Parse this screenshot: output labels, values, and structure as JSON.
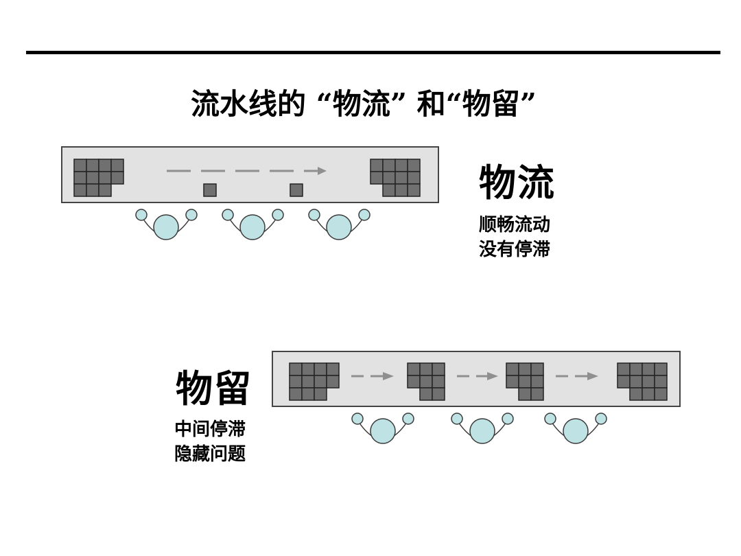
{
  "title": "流水线的 “物流” 和“物留”",
  "flow": {
    "label": "物流",
    "desc": [
      "顺畅流动",
      "没有停滞"
    ]
  },
  "stagnation": {
    "label": "物留",
    "desc": [
      "中间停滞",
      "隐藏问题"
    ]
  },
  "colors": {
    "belt_fill": "#e2e2e2",
    "belt_stroke": "#444444",
    "block_fill": "#707070",
    "arrow": "#8f8f8f",
    "worker_fill": "#bfe3e4",
    "worker_stroke": "#3a3a3a"
  }
}
